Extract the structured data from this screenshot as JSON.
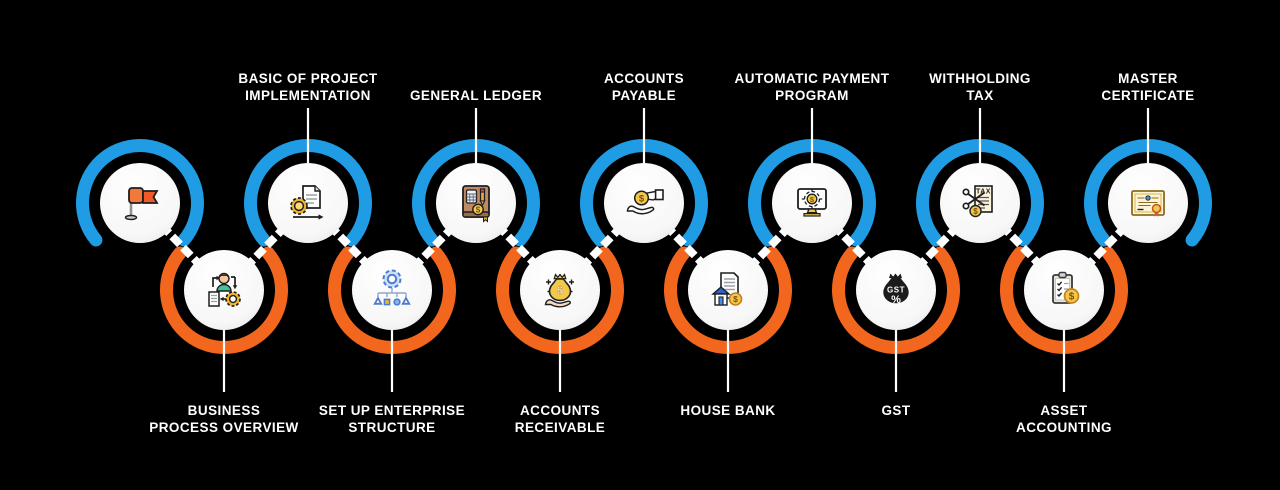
{
  "diagram": {
    "palette": {
      "background": "#000000",
      "blue_ring": "#1F9CE3",
      "orange_ring": "#F2671D",
      "connector": "#FFFFFF",
      "label_text": "#FFFFFF",
      "coin_yellow": "#F2C84B",
      "gear_yellow": "#F0B42E",
      "flag_orange": "#EF5A26",
      "flag_light_orange": "#F4773B",
      "blue_icon": "#4A7BD0",
      "house_blue": "#2F5FC7",
      "bag_black": "#1B1B1B",
      "cert_cream": "#FDF3D7",
      "book_brown": "#BD8A63",
      "ribbon_red": "#E04F4F",
      "shirt_green": "#43C198",
      "skin": "#F3C6A0"
    },
    "icon_texts": {
      "dollar": "$",
      "gst": "GST",
      "percent": "%",
      "tax": "TAX"
    },
    "nodes": [
      {
        "id": "start-flag",
        "row": "top",
        "icon": "flag-icon",
        "label_lines": []
      },
      {
        "id": "business-process-overview",
        "row": "bottom",
        "icon": "business-process-icon",
        "label_lines": [
          "BUSINESS",
          "PROCESS OVERVIEW"
        ]
      },
      {
        "id": "basic-of-project-implementation",
        "row": "top",
        "icon": "project-implementation-icon",
        "label_lines": [
          "BASIC OF PROJECT",
          "IMPLEMENTATION"
        ]
      },
      {
        "id": "set-up-enterprise-structure",
        "row": "bottom",
        "icon": "enterprise-structure-icon",
        "label_lines": [
          "SET UP ENTERPRISE",
          "STRUCTURE"
        ]
      },
      {
        "id": "general-ledger",
        "row": "top",
        "icon": "ledger-book-icon",
        "label_lines": [
          "GENERAL LEDGER"
        ]
      },
      {
        "id": "accounts-receivable",
        "row": "bottom",
        "icon": "money-bag-hand-icon",
        "label_lines": [
          "ACCOUNTS",
          "RECEIVABLE"
        ]
      },
      {
        "id": "accounts-payable",
        "row": "top",
        "icon": "hand-coin-icon",
        "label_lines": [
          "ACCOUNTS",
          "PAYABLE"
        ]
      },
      {
        "id": "house-bank",
        "row": "bottom",
        "icon": "house-bank-icon",
        "label_lines": [
          "HOUSE BANK"
        ]
      },
      {
        "id": "automatic-payment-program",
        "row": "top",
        "icon": "payment-monitor-icon",
        "label_lines": [
          "AUTOMATIC PAYMENT",
          "PROGRAM"
        ]
      },
      {
        "id": "gst",
        "row": "bottom",
        "icon": "gst-bag-icon",
        "label_lines": [
          "GST"
        ]
      },
      {
        "id": "withholding-tax",
        "row": "top",
        "icon": "tax-scissors-icon",
        "label_lines": [
          "WITHHOLDING",
          "TAX"
        ]
      },
      {
        "id": "asset-accounting",
        "row": "bottom",
        "icon": "clipboard-coin-icon",
        "label_lines": [
          "ASSET",
          "ACCOUNTING"
        ]
      },
      {
        "id": "master-certificate",
        "row": "top",
        "icon": "certificate-icon",
        "label_lines": [
          "MASTER",
          "CERTIFICATE"
        ]
      }
    ]
  }
}
